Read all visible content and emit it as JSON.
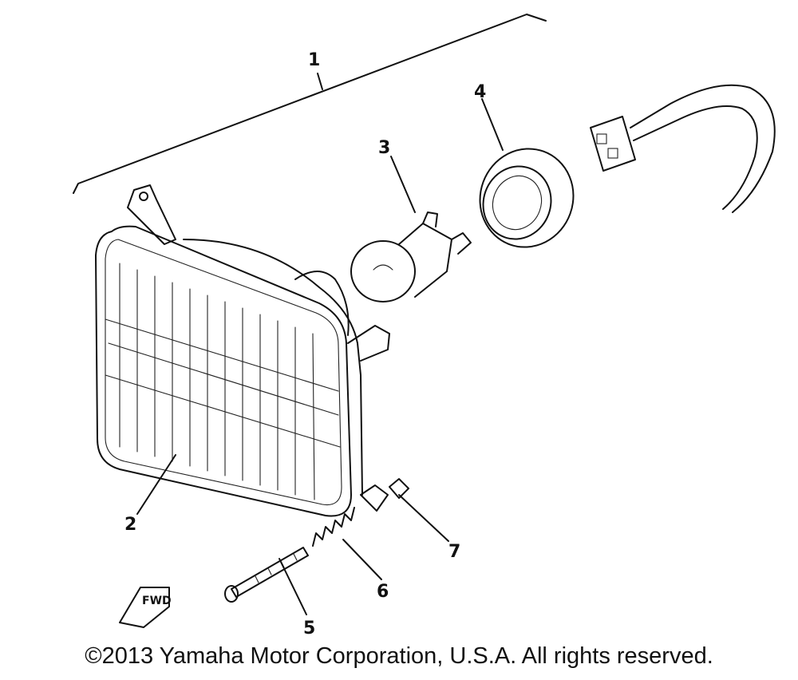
{
  "callouts": {
    "part_1": "1",
    "part_2": "2",
    "part_3": "3",
    "part_4": "4",
    "part_5": "5",
    "part_6": "6",
    "part_7": "7"
  },
  "fwd_label": "FWD",
  "copyright": "©2013 Yamaha Motor Corporation, U.S.A. All rights reserved."
}
